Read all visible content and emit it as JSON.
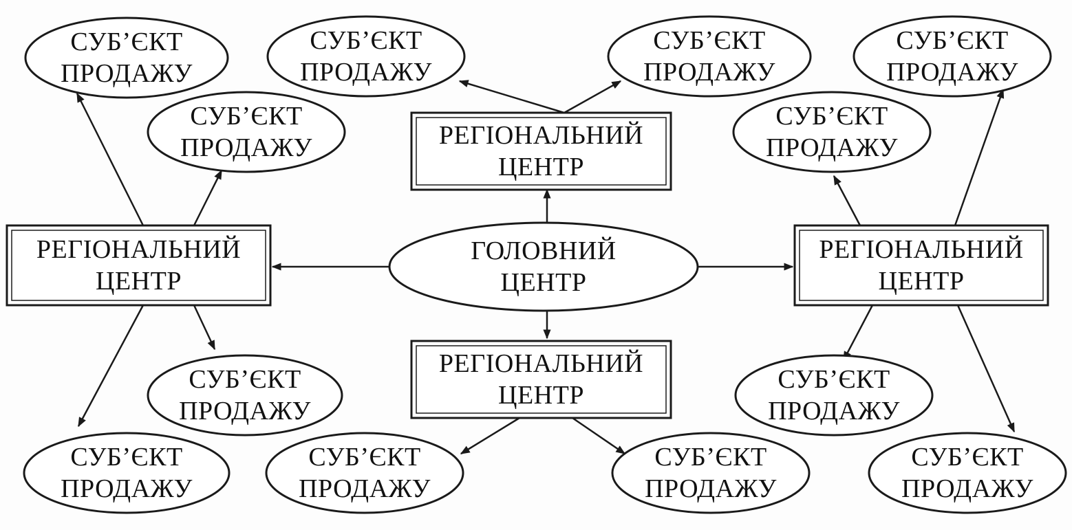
{
  "nodes": {
    "main": "ГОЛОВНИЙ\nЦЕНТР",
    "regional": "РЕГІОНАЛЬНИЙ\nЦЕНТР",
    "subject": "СУБ’ЄКТ\nПРОДАЖУ"
  },
  "colors": {
    "stroke": "#1a1a1a",
    "background": "#fdfdfd"
  }
}
